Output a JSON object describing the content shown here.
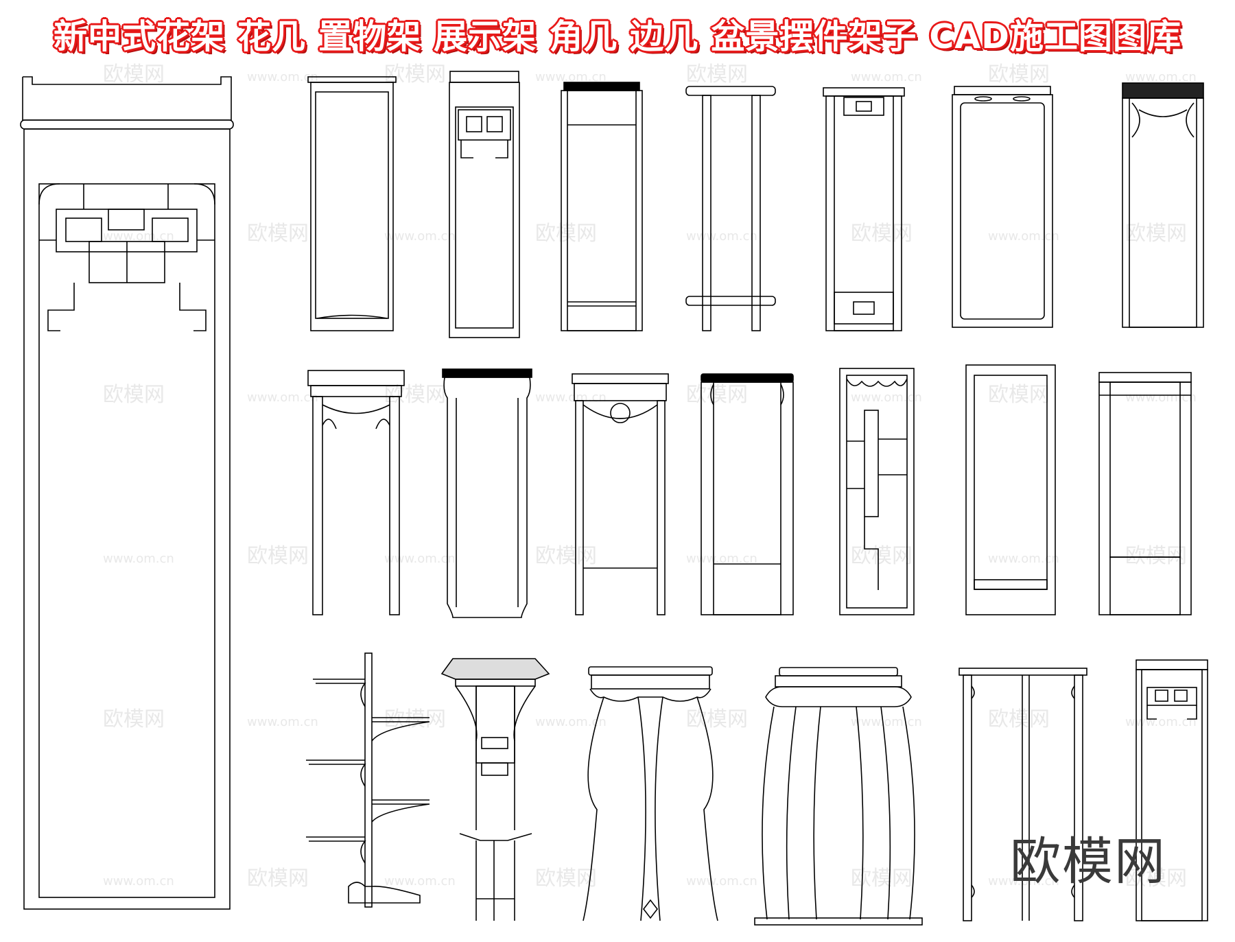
{
  "title": "新中式花架 花几 置物架 展示架 角几 边几 盆景摆件架子 CAD施工图图库",
  "watermark": {
    "brand_cn": "欧模网",
    "url": "www.om.cn"
  },
  "logo": "欧模网",
  "colors": {
    "title_text": "#ffffff",
    "title_outline": "#e81b1b",
    "line": "#000000",
    "background": "#ffffff"
  }
}
